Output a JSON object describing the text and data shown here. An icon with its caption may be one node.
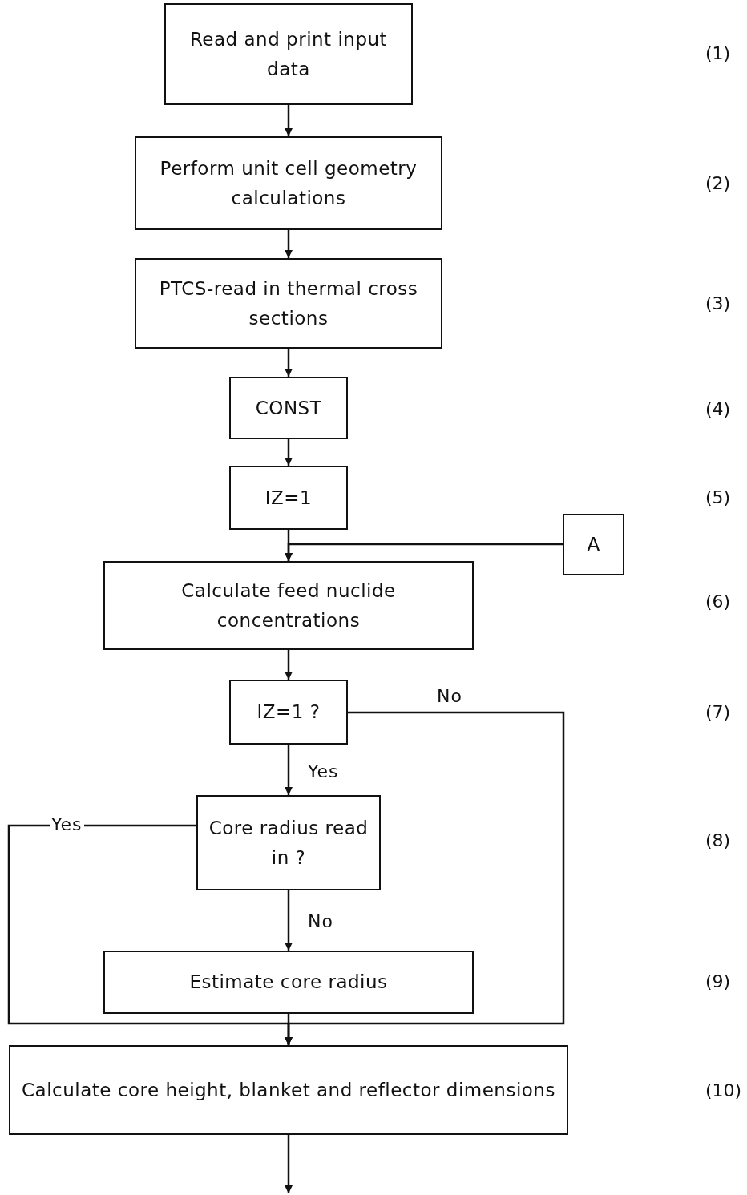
{
  "diagram": {
    "nodes": [
      {
        "text": [
          "Read and print input data"
        ]
      },
      {
        "text": [
          "Perform unit cell geometry calculations"
        ]
      },
      {
        "text": [
          "PTCS-read in thermal cross sections"
        ]
      },
      {
        "text": [
          "CONST"
        ]
      },
      {
        "text": [
          "IZ=1"
        ]
      },
      {
        "text": [
          "A"
        ]
      },
      {
        "text": [
          "Calculate feed nuclide concentrations"
        ]
      },
      {
        "text": [
          "IZ=1 ?"
        ]
      },
      {
        "text": [
          "Core radius read in ?"
        ]
      },
      {
        "text": [
          "Estimate core radius"
        ]
      },
      {
        "text": [
          "Calculate core height, blanket and reflector dimensions"
        ]
      }
    ],
    "edges": [
      {
        "from": 0,
        "to": 1,
        "arrow": "to"
      },
      {
        "from": 1,
        "to": 2,
        "arrow": "to"
      },
      {
        "from": 2,
        "to": 3,
        "arrow": "to"
      },
      {
        "from": 3,
        "to": 4,
        "arrow": "to"
      },
      {
        "from": 4,
        "to": 6,
        "arrow": "to"
      },
      {
        "from": 5,
        "to": 6,
        "arrow": "to"
      },
      {
        "from": 6,
        "to": 7,
        "arrow": "to"
      },
      {
        "from": 7,
        "to": 8,
        "arrow": "to",
        "label": "Yes"
      },
      {
        "from": 7,
        "to": 10,
        "arrow": "to",
        "label": "No"
      },
      {
        "from": 8,
        "to": 9,
        "arrow": "to",
        "label": "No"
      },
      {
        "from": 8,
        "to": 10,
        "arrow": "to",
        "label": "Yes"
      },
      {
        "from": 9,
        "to": 10,
        "arrow": "to"
      },
      {
        "from": 10,
        "to": null,
        "arrow": "to"
      }
    ],
    "labels": [
      "(1)",
      "(2)",
      "(3)",
      "(4)",
      "(5)",
      "(6)",
      "(7)",
      "(8)",
      "(9)",
      "(10)"
    ]
  }
}
